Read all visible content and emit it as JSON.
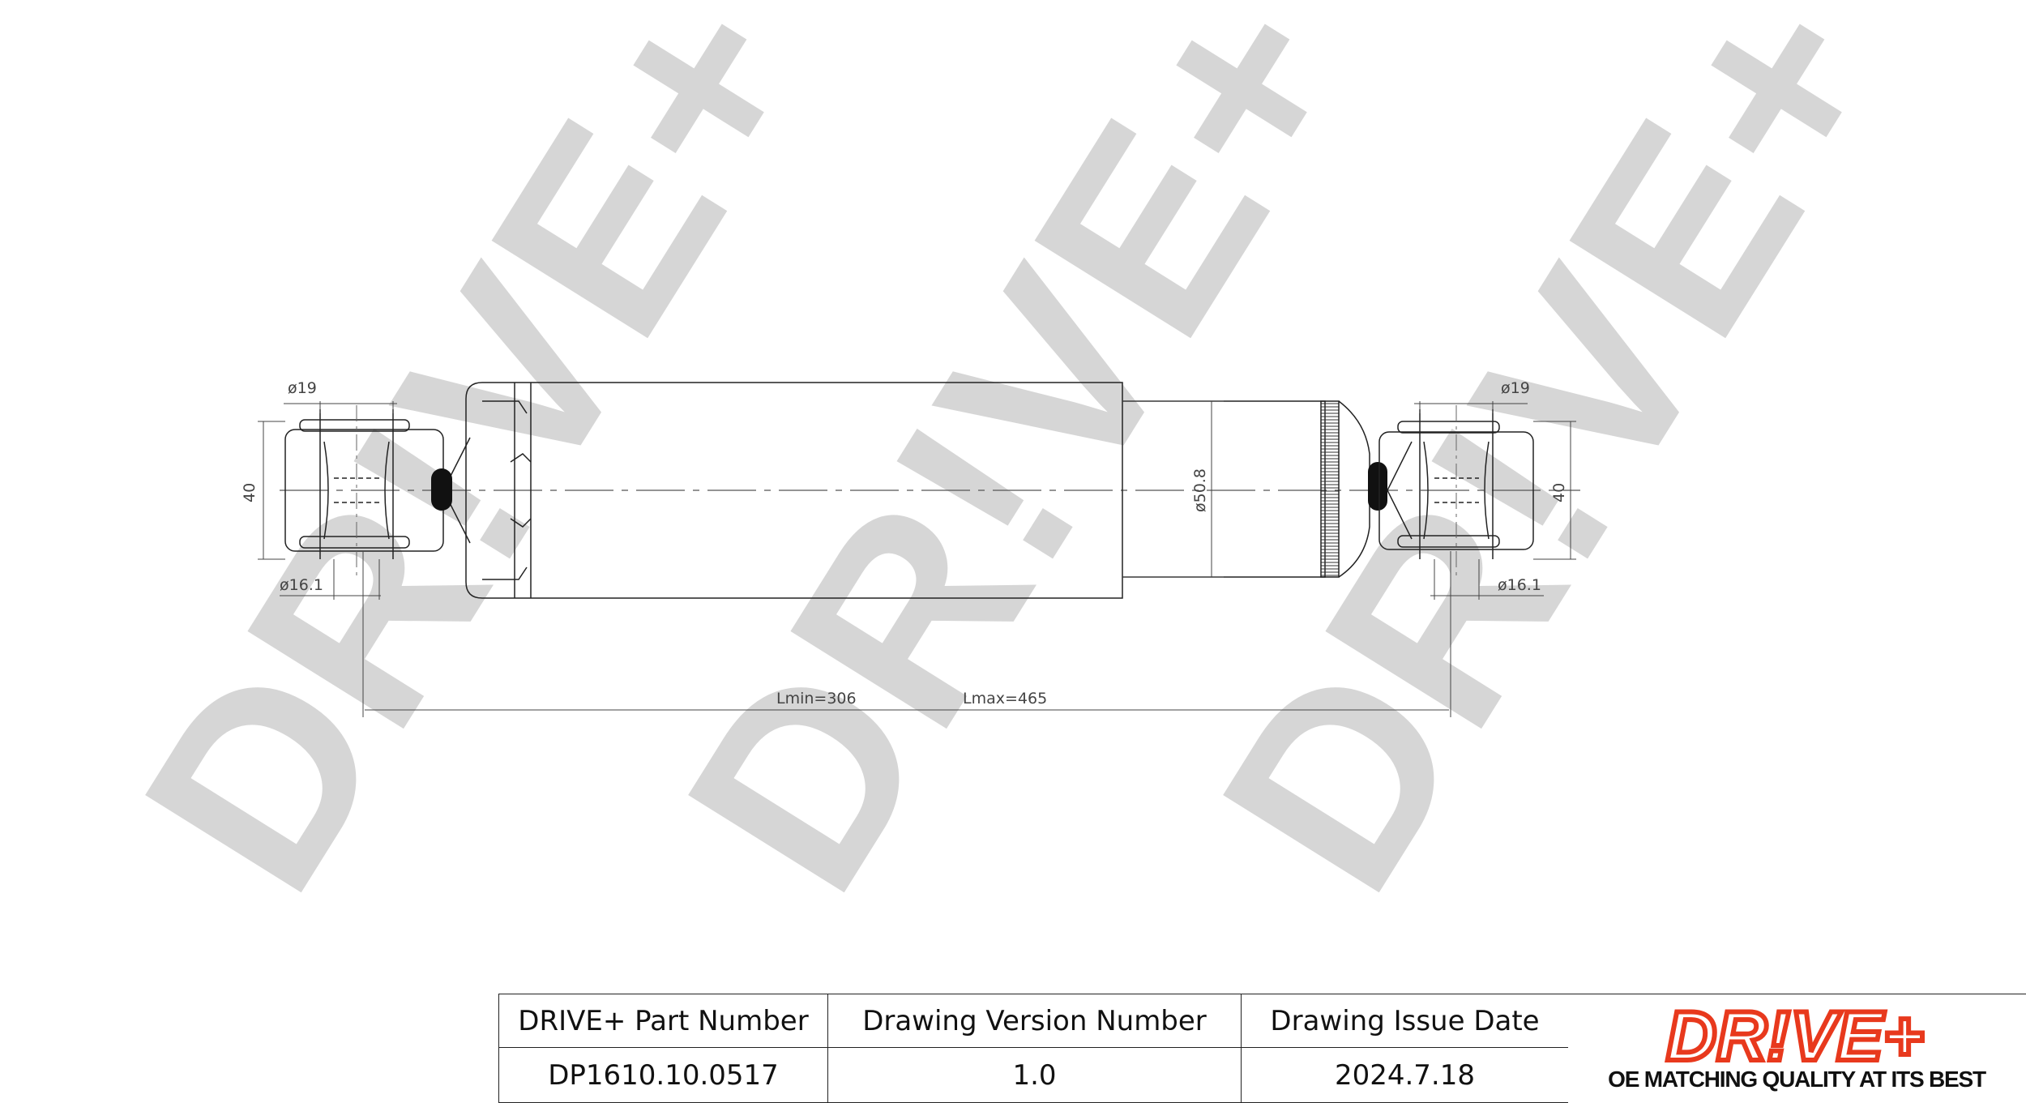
{
  "drawing": {
    "dimensions": {
      "left_eye_outer_dia": "ø19",
      "left_eye_height": "40",
      "left_bore_dia": "ø16.1",
      "body_dia": "ø50.8",
      "right_eye_outer_dia": "ø19",
      "right_eye_height": "40",
      "right_bore_dia": "ø16.1",
      "length_min": "Lmin=306",
      "length_max": "Lmax=465"
    }
  },
  "watermark": {
    "text": "DR!VE+"
  },
  "title_block": {
    "part_number_header": "DRIVE+ Part Number",
    "part_number_value": "DP1610.10.0517",
    "version_header": "Drawing Version Number",
    "version_value": "1.0",
    "issue_date_header": "Drawing Issue Date",
    "issue_date_value": "2024.7.18"
  },
  "logo": {
    "brand": "DR!VE+",
    "tagline": "OE MATCHING QUALITY AT ITS BEST",
    "brand_color": "#e8391d"
  }
}
